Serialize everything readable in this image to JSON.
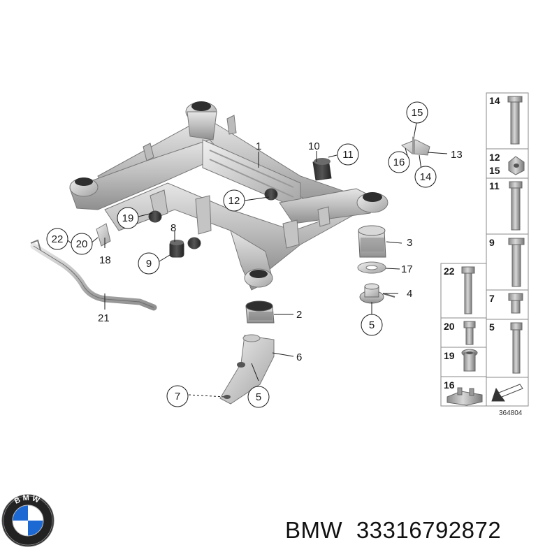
{
  "diagram": {
    "reference_number": "364804",
    "callouts": {
      "c1": "1",
      "c2": "2",
      "c3": "3",
      "c4": "4",
      "c5a": "5",
      "c5b": "5",
      "c6": "6",
      "c7": "7",
      "c8": "8",
      "c9": "9",
      "c10": "10",
      "c11": "11",
      "c12": "12",
      "c13": "13",
      "c14": "14",
      "c15": "15",
      "c16": "16",
      "c17": "17",
      "c18": "18",
      "c19": "19",
      "c20": "20",
      "c21": "21",
      "c22": "22"
    },
    "fastener_panel": {
      "right_column": [
        "14",
        "12",
        "15",
        "11",
        "9",
        "7",
        "5"
      ],
      "left_column": [
        "22",
        "20",
        "19",
        "16"
      ]
    }
  },
  "caption": {
    "brand": "BMW",
    "part_number": "33316792872"
  },
  "logo": {
    "letters": "BMW",
    "colors": {
      "blue": "#1c69d4",
      "white": "#ffffff",
      "black": "#111111"
    }
  }
}
